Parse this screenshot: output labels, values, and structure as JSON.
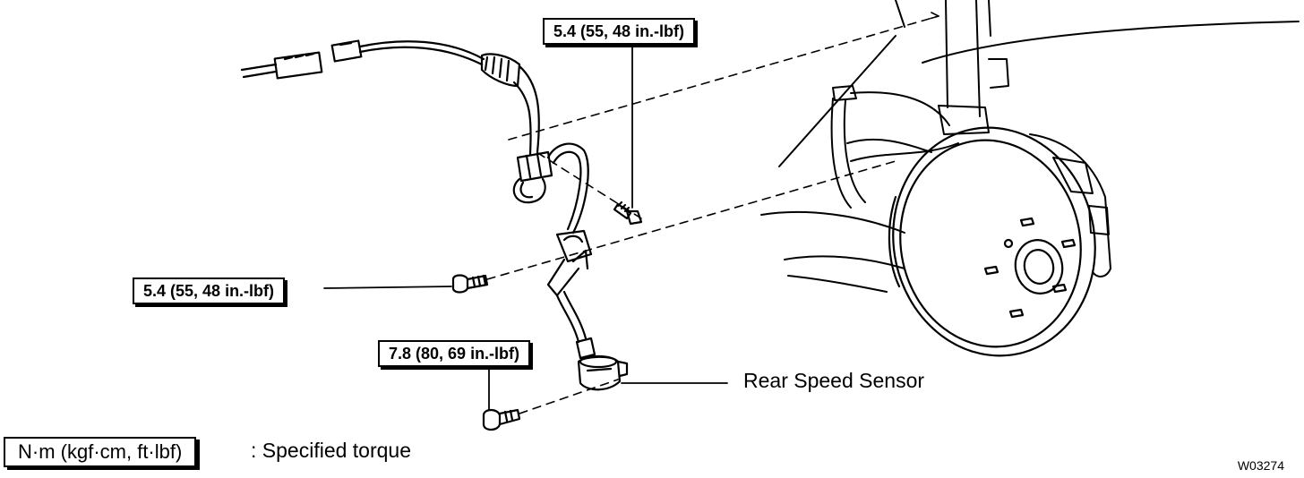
{
  "torques": {
    "upper_bolt": "5.4 (55, 48 in.-lbf)",
    "middle_bolt": "5.4 (55, 48 in.-lbf)",
    "lower_bolt": "7.8 (80, 69 in.-lbf)"
  },
  "callouts": {
    "sensor": "Rear Speed Sensor"
  },
  "legend": {
    "unit_box": "N·m (kgf·cm, ft·lbf)",
    "description": ": Specified torque"
  },
  "figure_id": "W03274"
}
